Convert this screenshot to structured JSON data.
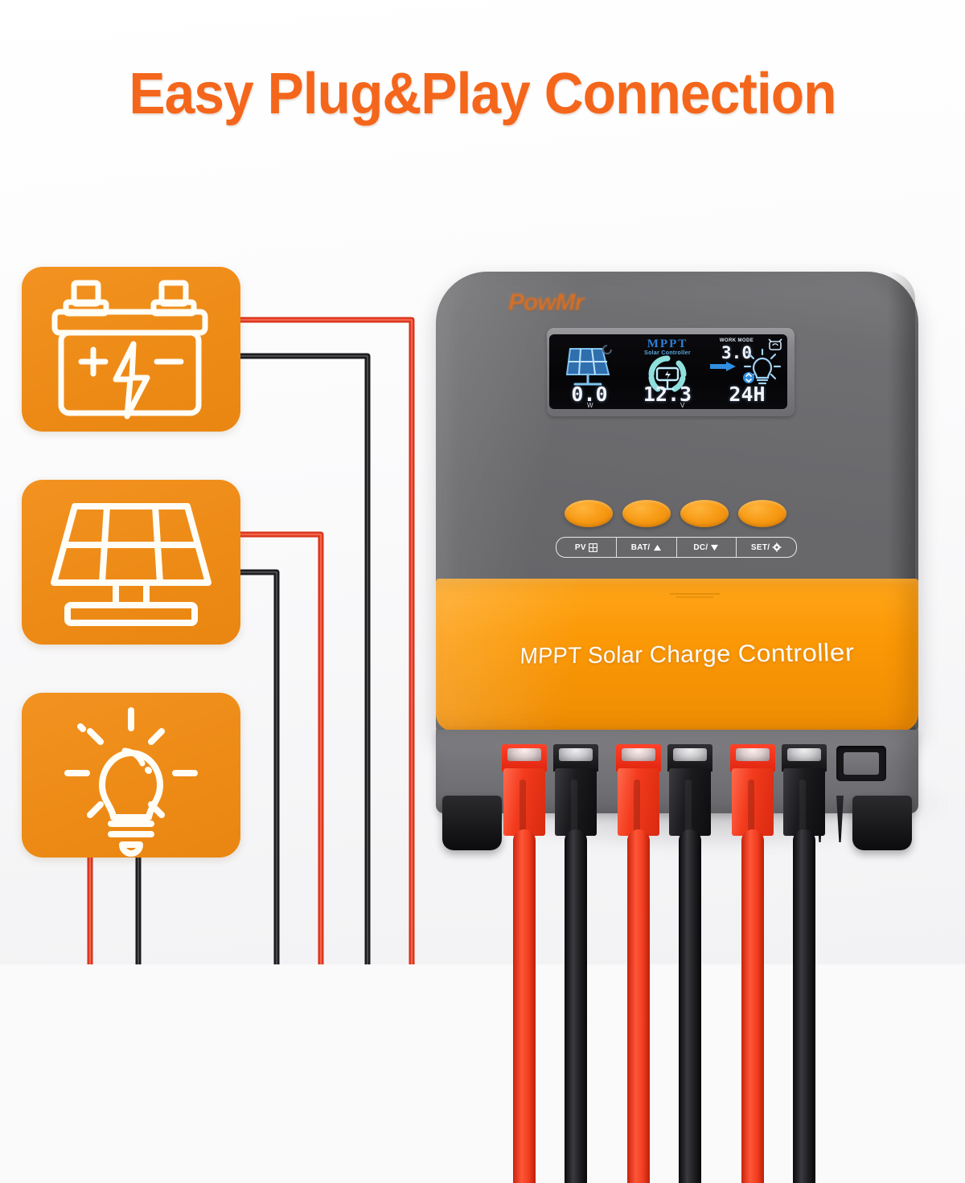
{
  "headline": "Easy Plug&Play Connection",
  "theme": {
    "headline_color": "#f4661b",
    "card_orange": "#ef8e1e",
    "band_orange": "#fa9600",
    "body_gray": "#6b6b6d",
    "background": "#fafafa",
    "wire_red": "#d8321a",
    "wire_black": "#1a1a1c"
  },
  "feature_cards": [
    {
      "name": "battery",
      "icon": "battery-icon"
    },
    {
      "name": "solar-panel",
      "icon": "solar-panel-icon"
    },
    {
      "name": "light-bulb",
      "icon": "light-bulb-icon"
    }
  ],
  "controller": {
    "brand": "PowMr",
    "band_text": "MPPT Solar Charge Controller",
    "display": {
      "pv": {
        "value": "0.0",
        "unit": "W",
        "icon": "solar-panel-icon"
      },
      "battery": {
        "value": "12.3",
        "unit": "V",
        "icon": "battery-charging-icon"
      },
      "logo_title": "MPPT",
      "logo_subtitle": "Solar Controller",
      "work_mode_label": "WORK MODE",
      "work_mode_value": "3.0",
      "load": {
        "value": "24H",
        "icon": "light-bulb-icon"
      },
      "timer_icon": "alarm-clock-icon",
      "arrow_icon": "arrow-right-icon",
      "recycle_icon": "recycle-badge-icon"
    },
    "buttons": [
      {
        "label": "PV",
        "glyph": "grid-icon"
      },
      {
        "label": "BAT/",
        "glyph": "triangle-up-icon"
      },
      {
        "label": "DC/",
        "glyph": "triangle-down-icon"
      },
      {
        "label": "SET/",
        "glyph": "gear-icon"
      }
    ],
    "terminals": [
      {
        "polarity": "positive",
        "color": "red"
      },
      {
        "polarity": "negative",
        "color": "black"
      },
      {
        "polarity": "positive",
        "color": "red"
      },
      {
        "polarity": "negative",
        "color": "black"
      },
      {
        "polarity": "positive",
        "color": "red"
      },
      {
        "polarity": "negative",
        "color": "black"
      }
    ],
    "empty_port": "spare-port"
  }
}
